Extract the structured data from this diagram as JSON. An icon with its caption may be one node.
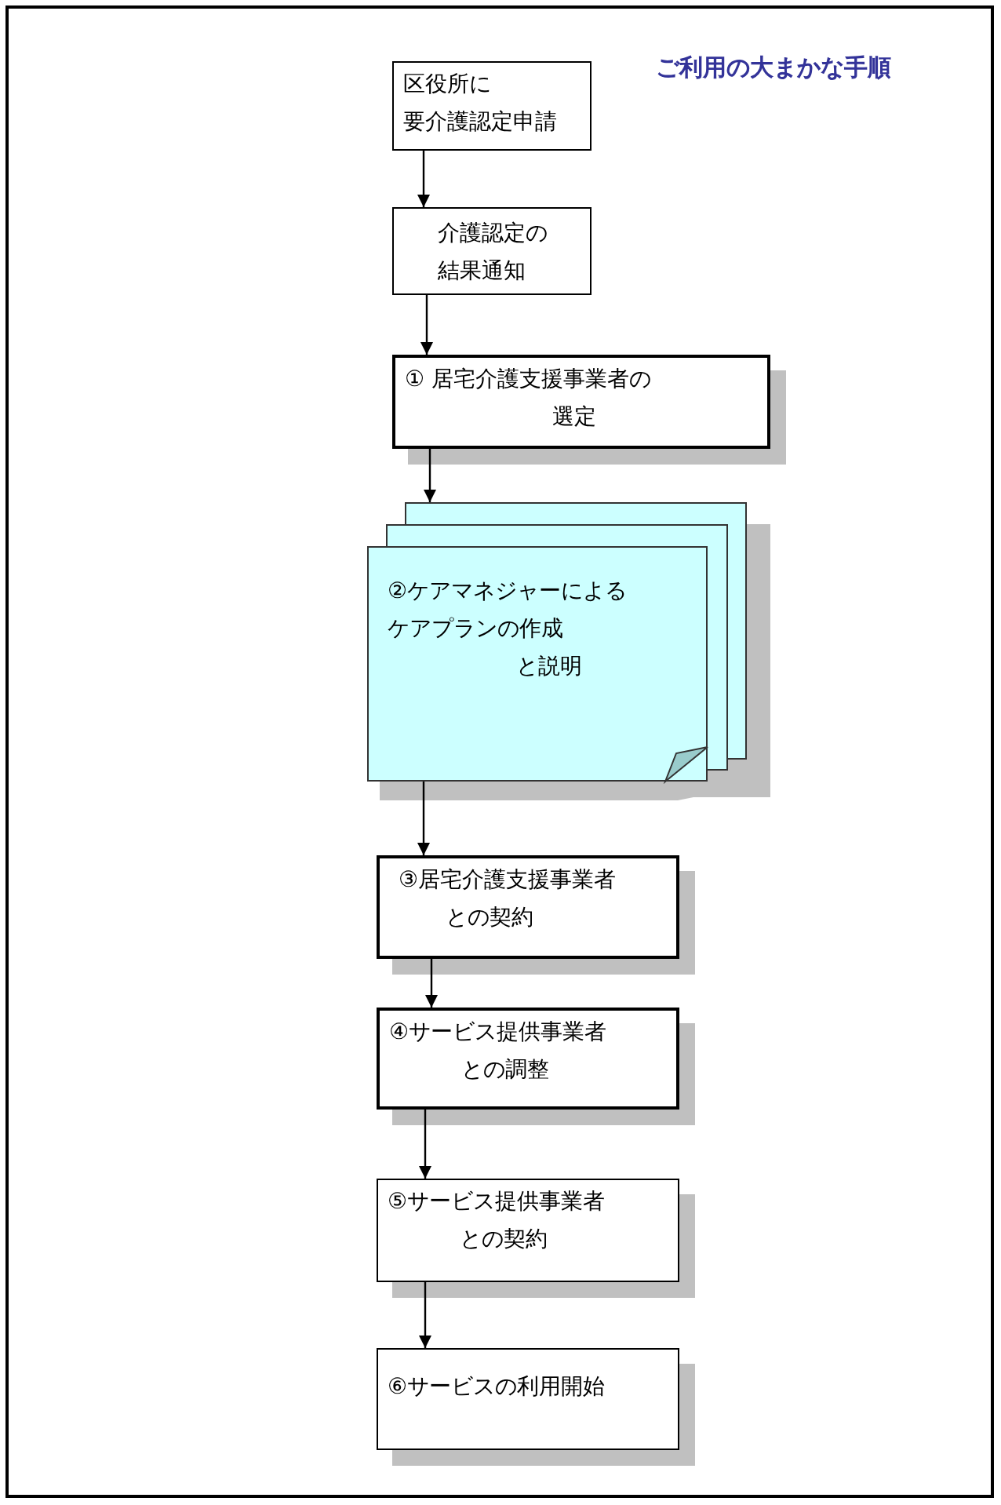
{
  "diagram": {
    "title": "ご利用の大まかな手順",
    "nodes": [
      {
        "text": [
          "区役所に要介護認定申請"
        ]
      },
      {
        "text": [
          "介護認定の結果通知"
        ]
      },
      {
        "text": [
          "① 居宅介護支援事業者の選定"
        ]
      },
      {
        "text": [
          "②ケアマネジャーによるケアプランの作成と説明"
        ]
      },
      {
        "text": [
          "③居宅介護支援事業者との契約"
        ]
      },
      {
        "text": [
          "④サービス提供事業者との調整"
        ]
      },
      {
        "text": [
          "⑤サービス提供事業者との契約"
        ]
      },
      {
        "text": [
          "⑥サービスの利用開始"
        ]
      }
    ],
    "edges": [
      {
        "from": 0,
        "to": 1,
        "arrow": "to"
      },
      {
        "from": 1,
        "to": 2,
        "arrow": "to"
      },
      {
        "from": 2,
        "to": 3,
        "arrow": "to"
      },
      {
        "from": 3,
        "to": 4,
        "arrow": "to"
      },
      {
        "from": 4,
        "to": 5,
        "arrow": "to"
      },
      {
        "from": 5,
        "to": 6,
        "arrow": "to"
      },
      {
        "from": 6,
        "to": 7,
        "arrow": "to"
      }
    ]
  }
}
